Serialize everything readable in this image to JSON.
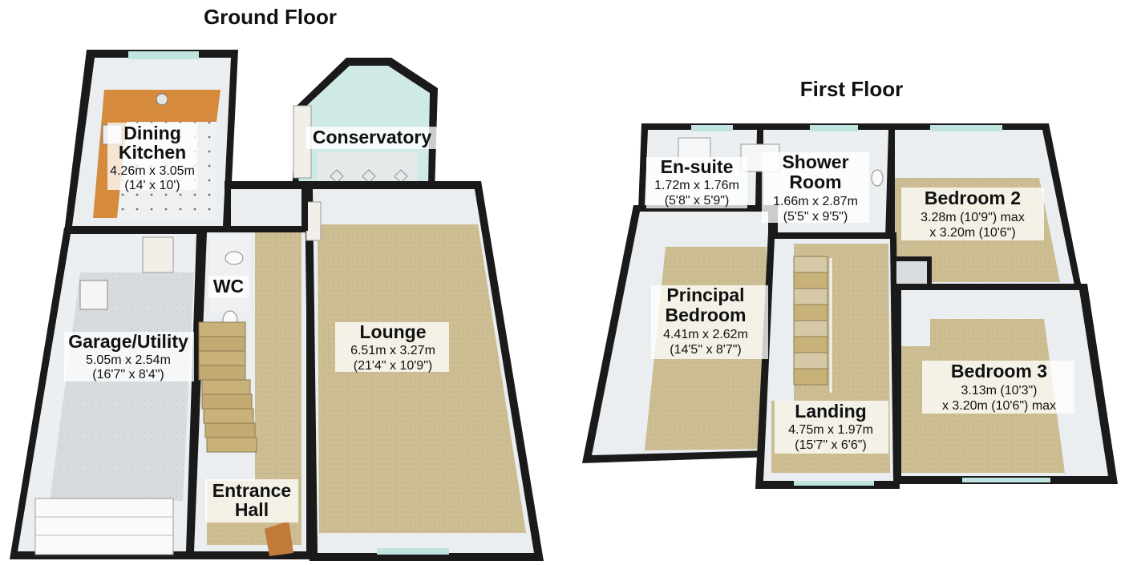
{
  "floors": [
    {
      "title": "Ground Floor",
      "rooms": [
        {
          "name": "Dining Kitchen",
          "dims": [
            "4.26m x 3.05m",
            "(14' x 10')"
          ]
        },
        {
          "name": "Conservatory",
          "dims": []
        },
        {
          "name": "Garage/Utility",
          "dims": [
            "5.05m x 2.54m",
            "(16'7\" x 8'4\")"
          ]
        },
        {
          "name": "WC",
          "dims": []
        },
        {
          "name": "Lounge",
          "dims": [
            "6.51m x 3.27m",
            "(21'4\" x 10'9\")"
          ]
        },
        {
          "name": "Entrance Hall",
          "dims": []
        }
      ]
    },
    {
      "title": "First Floor",
      "rooms": [
        {
          "name": "En-suite",
          "dims": [
            "1.72m x 1.76m",
            "(5'8\" x 5'9\")"
          ]
        },
        {
          "name": "Shower Room",
          "dims": [
            "1.66m x 2.87m",
            "(5'5\" x 9'5\")"
          ]
        },
        {
          "name": "Bedroom 2",
          "dims": [
            "3.28m (10'9\") max",
            "x 3.20m (10'6\")"
          ]
        },
        {
          "name": "Principal Bedroom",
          "dims": [
            "4.41m x 2.62m",
            "(14'5\" x 8'7\")"
          ]
        },
        {
          "name": "Bedroom 3",
          "dims": [
            "3.13m (10'3\")",
            "x 3.20m (10'6\") max"
          ]
        },
        {
          "name": "Landing",
          "dims": [
            "4.75m x 1.97m",
            "(15'7\" x 6'6\")"
          ]
        }
      ]
    }
  ],
  "colors": {
    "wall": "#111111",
    "wall_inner": "#e9ecee",
    "carpet": "#cdbd93",
    "kitchen_worktop": "#d68a3c",
    "tile_floor": "#eef0f1",
    "garage_floor": "#d9dde0",
    "stairs": "#c9b27a",
    "window": "#bfe3df",
    "door": "#f2efe8"
  }
}
